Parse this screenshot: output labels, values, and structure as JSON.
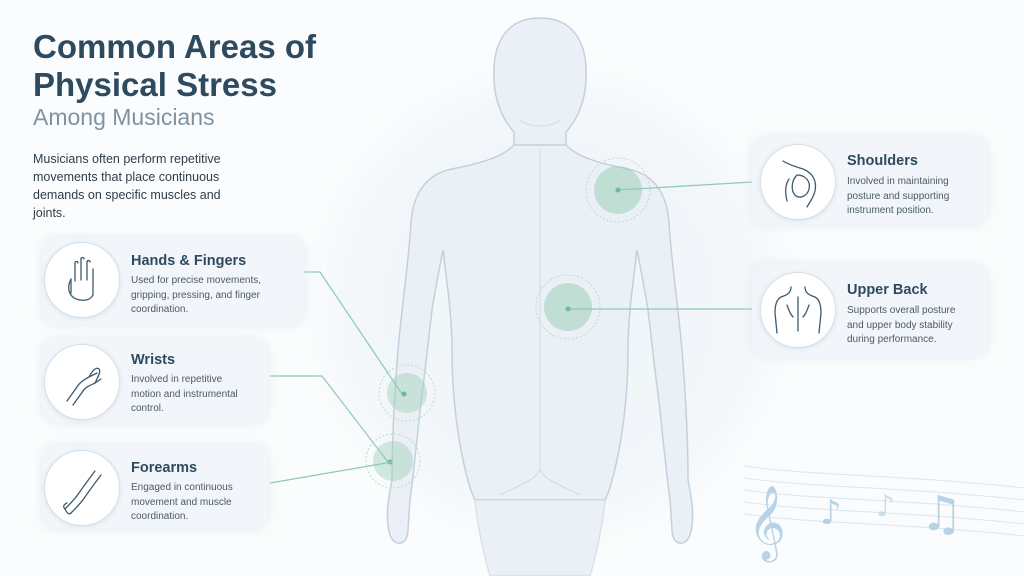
{
  "header": {
    "title_line1": "Common Areas of",
    "title_line2": "Physical Stress",
    "subtitle": "Among Musicians",
    "intro": "Musicians often perform repetitive movements that place continuous demands on specific muscles and joints."
  },
  "areas_left": [
    {
      "title": "Hands & Fingers",
      "description": "Used for precise movements, gripping, pressing, and finger coordination.",
      "icon": "hand-icon"
    },
    {
      "title": "Wrists",
      "description": "Involved in repetitive motion and instrumental control.",
      "icon": "wrist-icon"
    },
    {
      "title": "Forearms",
      "description": "Engaged in continuous movement and muscle coordination.",
      "icon": "forearm-icon"
    }
  ],
  "areas_right": [
    {
      "title": "Shoulders",
      "description": "Involved in maintaining posture and supporting instrument position.",
      "icon": "shoulder-icon"
    },
    {
      "title": "Upper Back",
      "description": "Supports overall posture and upper body stability during performance.",
      "icon": "upper-back-icon"
    }
  ],
  "colors": {
    "title": "#2e4a5f",
    "subtitle": "#7d93a4",
    "highlight": "#9fd0b8",
    "connector": "#8ec9b4",
    "body_fill": "#eaf0f5",
    "body_stroke": "#c3d1dc",
    "music_notes": "#b8d3e6"
  }
}
